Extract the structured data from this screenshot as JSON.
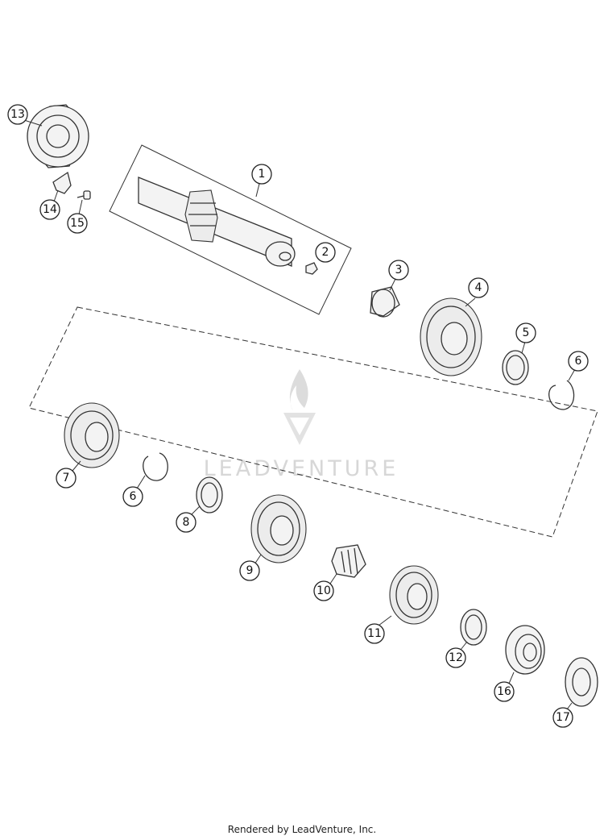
{
  "watermark": {
    "text": "LEADVENTURE"
  },
  "credit": "Rendered by LeadVenture, Inc.",
  "callouts": {
    "c1": "1",
    "c2": "2",
    "c3": "3",
    "c4": "4",
    "c5": "5",
    "c6a": "6",
    "c6b": "6",
    "c7": "7",
    "c8": "8",
    "c9": "9",
    "c10": "10",
    "c11": "11",
    "c12": "12",
    "c13": "13",
    "c14": "14",
    "c15": "15",
    "c16": "16",
    "c17": "17"
  }
}
